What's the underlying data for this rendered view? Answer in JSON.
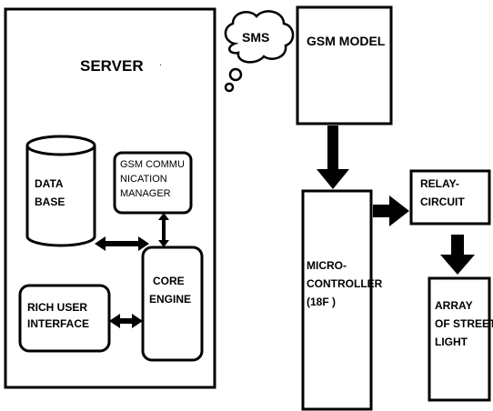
{
  "server": {
    "title": "SERVER"
  },
  "database": {
    "line1": "DATA",
    "line2": "BASE"
  },
  "gsm_comm_manager": {
    "line1": "GSM COMMU",
    "line2": "NICATION",
    "line3": "MANAGER"
  },
  "core_engine": {
    "line1": "CORE",
    "line2": "ENGINE"
  },
  "rich_ui": {
    "line1": "RICH USER",
    "line2": "INTERFACE"
  },
  "sms_cloud": {
    "label": "SMS"
  },
  "gsm_model": {
    "label": "GSM MODEL"
  },
  "microcontroller": {
    "line1": "MICRO-",
    "line2": "CONTROLLER",
    "line3": "(18F )"
  },
  "relay": {
    "line1": "RELAY-",
    "line2": "CIRCUIT"
  },
  "street_light": {
    "line1": "ARRAY",
    "line2": "OF STREET",
    "line3": "LIGHT"
  },
  "colors": {
    "stroke": "#000000",
    "fill": "#ffffff"
  }
}
